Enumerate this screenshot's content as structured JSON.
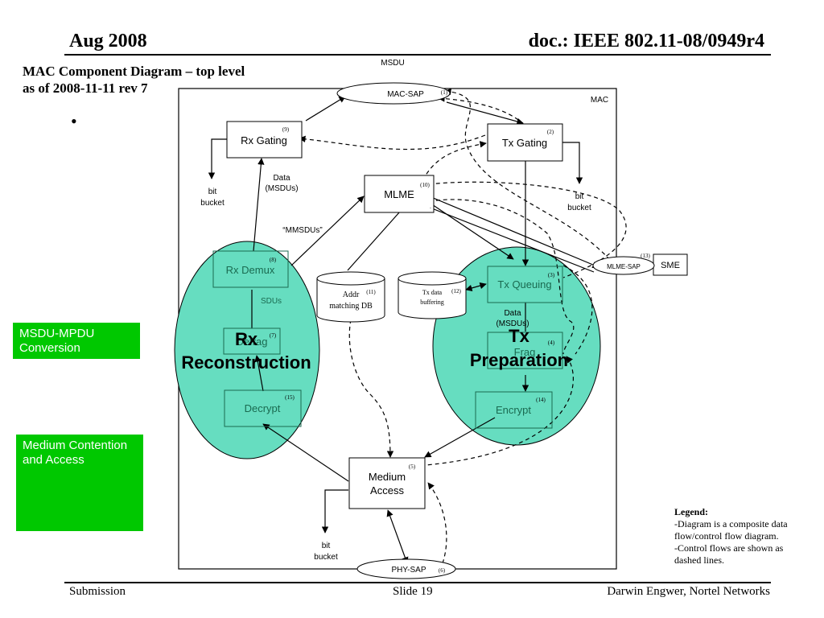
{
  "header": {
    "left": "Aug 2008",
    "right": "doc.: IEEE 802.11-08/0949r4"
  },
  "title": {
    "line1": "MAC Component Diagram – top level",
    "line2": "as of 2008-11-11 rev 7"
  },
  "bullet": "•",
  "side_labels": {
    "msdu_mpdu": [
      "MSDU-MPDU",
      "Conversion"
    ],
    "medium_contention": [
      "Medium Contention",
      "and Access"
    ]
  },
  "diagram": {
    "top_label": "MSDU",
    "mac_label": "MAC",
    "mac_sap": {
      "label": "MAC-SAP",
      "num": "(1)"
    },
    "rx_gating": {
      "label": "Rx Gating",
      "num": "(9)"
    },
    "tx_gating": {
      "label": "Tx Gating",
      "num": "(2)"
    },
    "mlme": {
      "label": "MLME",
      "num": "(10)",
      "dot": "."
    },
    "rx_demux": {
      "label": "Rx Demux",
      "num": "(8)"
    },
    "defrag": {
      "label": "Defrag",
      "num": "(7)"
    },
    "decrypt": {
      "label": "Decrypt",
      "num": "(15)"
    },
    "tx_queuing": {
      "label": "Tx Queuing",
      "num": "(3)"
    },
    "frag": {
      "label": "Frag",
      "num": "(4)"
    },
    "encrypt": {
      "label": "Encrypt",
      "num": "(14)"
    },
    "medium_access": {
      "label1": "Medium",
      "label2": "Access",
      "num": "(5)"
    },
    "phy_sap": {
      "label": "PHY-SAP",
      "num": "(6)"
    },
    "mlme_sap": {
      "label": "MLME-SAP",
      "num": "(13)"
    },
    "sme": {
      "label": "SME"
    },
    "addr_db": {
      "label1": "Addr",
      "label2": "matching DB",
      "num": "(11)"
    },
    "tx_buffer": {
      "label1": "Tx data",
      "label2": "buffering",
      "num": "(12)"
    },
    "rx_circle": {
      "label1": "Rx",
      "label2": "Reconstruction"
    },
    "tx_circle": {
      "label1": "Tx",
      "label2": "Preparation"
    },
    "data_msdus_left": {
      "l1": "Data",
      "l2": "(MSDUs)"
    },
    "data_msdus_right": {
      "l1": "Data",
      "l2": "(MSDUs)"
    },
    "mmsdus": "“MMSDUs”",
    "sdus": "SDUs",
    "bit_bucket": {
      "l1": "bit",
      "l2": "bucket"
    }
  },
  "legend": {
    "title": "Legend:",
    "lines": [
      "-Diagram is a composite data",
      "flow/control flow diagram.",
      "-Control flows are shown as",
      "dashed lines."
    ]
  },
  "footer": {
    "left": "Submission",
    "center": "Slide 19",
    "right": "Darwin Engwer, Nortel Networks"
  },
  "colors": {
    "circle_fill": "#66ddc0",
    "green_box": "#00c800",
    "box_text_in_circle": "#1a6a50"
  }
}
